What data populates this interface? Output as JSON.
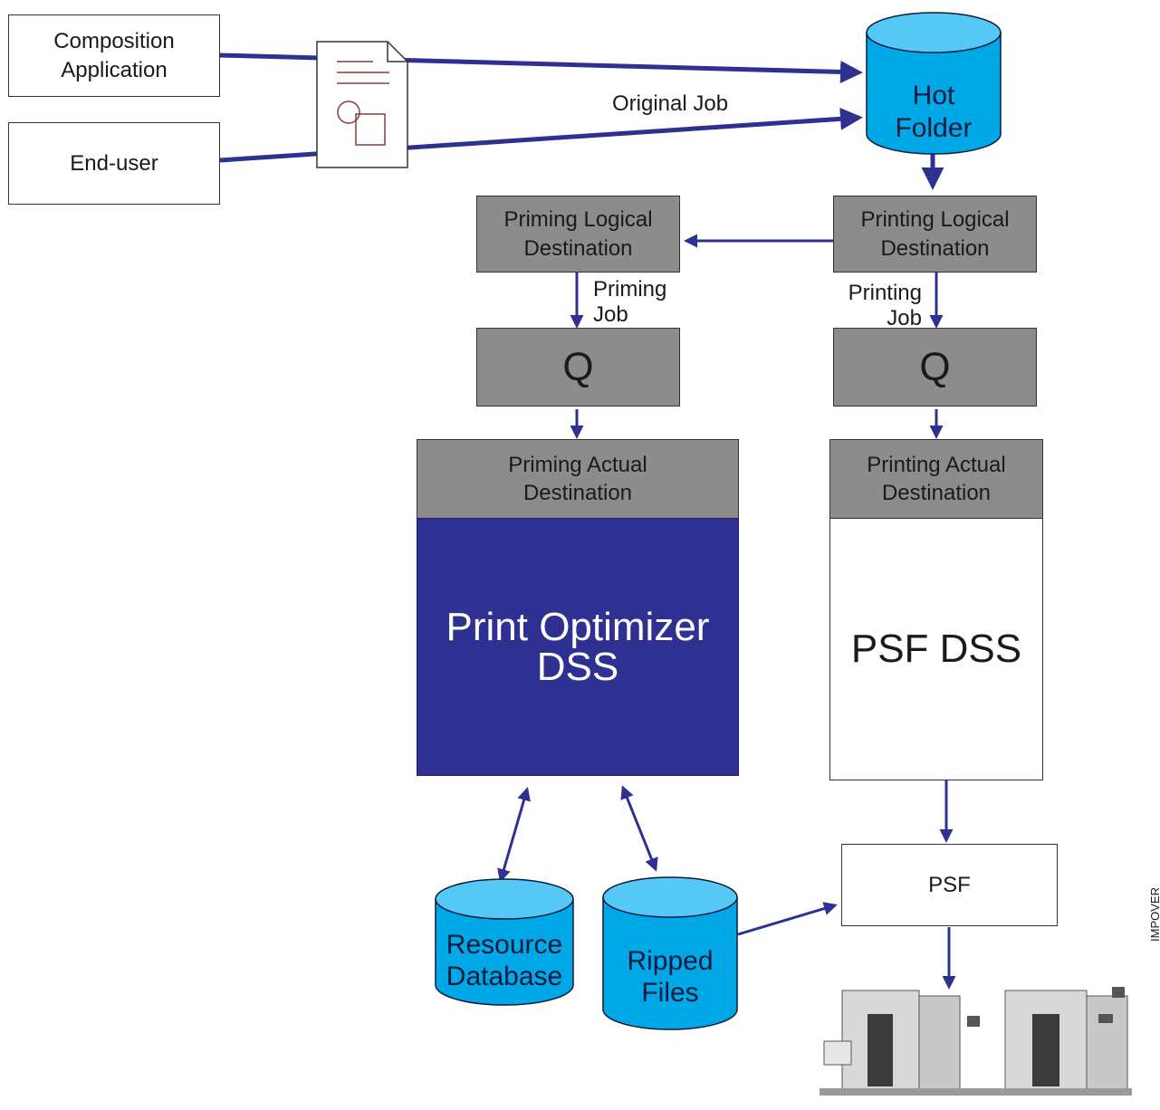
{
  "nodes": {
    "composition_app": "Composition\nApplication",
    "end_user": "End-user",
    "hot_folder": "Hot\nFolder",
    "priming_logical": "Priming Logical\nDestination",
    "printing_logical": "Printing Logical\nDestination",
    "priming_q": "Q",
    "printing_q": "Q",
    "priming_actual": "Priming Actual\nDestination",
    "printing_actual": "Printing Actual\nDestination",
    "print_optimizer": "Print Optimizer\nDSS",
    "psf_dss": "PSF DSS",
    "psf": "PSF",
    "resource_db": "Resource\nDatabase",
    "ripped_files": "Ripped\nFiles"
  },
  "labels": {
    "original_job": "Original Job",
    "priming_job": "Priming\nJob",
    "printing_job": "Printing\nJob",
    "side_tag": "IMPOVER"
  },
  "colors": {
    "arrow": "#2e3192",
    "cylinder": "#00a8e8",
    "cylinder_top": "#55c8f5",
    "grey_box": "#8c8c8c",
    "dss_fill": "#2e3192"
  },
  "icons": [
    "document-icon",
    "printer-image"
  ]
}
